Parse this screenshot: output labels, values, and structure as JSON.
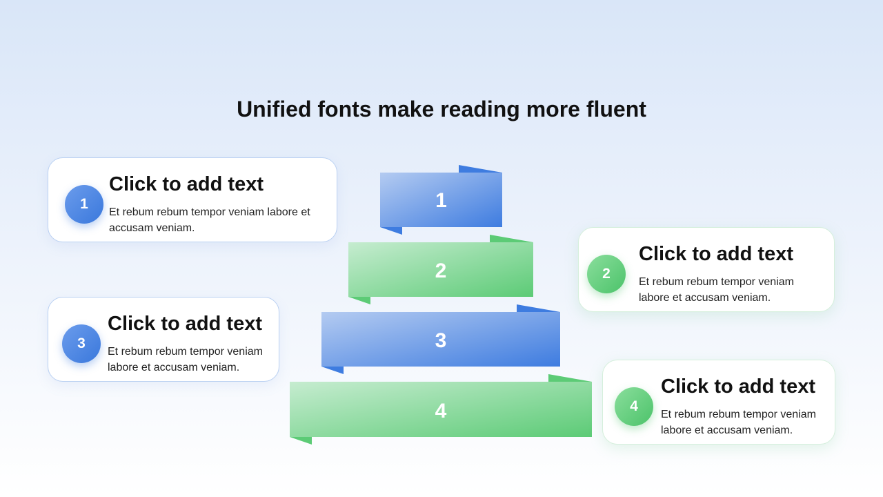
{
  "title": "Unified fonts make reading more fluent",
  "colors": {
    "blue_light": "#b4cbf1",
    "blue_dark": "#3e7ce0",
    "green_light": "#c6ecd0",
    "green_dark": "#5ccb76"
  },
  "steps": [
    {
      "label": "1",
      "color": "blue"
    },
    {
      "label": "2",
      "color": "green"
    },
    {
      "label": "3",
      "color": "blue"
    },
    {
      "label": "4",
      "color": "green"
    }
  ],
  "cards": [
    {
      "number": "1",
      "title": "Click to add text",
      "body": "Et rebum rebum tempor veniam labore et accusam veniam."
    },
    {
      "number": "2",
      "title": "Click to add text",
      "body": "Et rebum rebum tempor veniam labore et accusam veniam."
    },
    {
      "number": "3",
      "title": "Click to add text",
      "body": "Et rebum rebum tempor veniam labore et accusam veniam."
    },
    {
      "number": "4",
      "title": "Click to add text",
      "body": "Et rebum rebum tempor veniam labore et accusam veniam."
    }
  ]
}
